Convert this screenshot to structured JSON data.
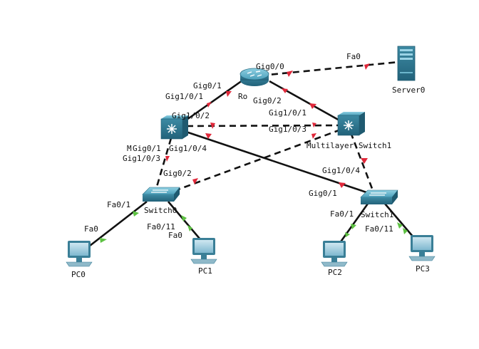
{
  "devices": {
    "router": {
      "label": "Ro"
    },
    "server": {
      "label": "Server0"
    },
    "mls0": {
      "label": "M"
    },
    "mls1": {
      "label": "Multilayer Switch1"
    },
    "switch0": {
      "label": "Switch0"
    },
    "switch1": {
      "label": "Switch1"
    },
    "pc0": {
      "label": "PC0"
    },
    "pc1": {
      "label": "PC1"
    },
    "pc2": {
      "label": "PC2"
    },
    "pc3": {
      "label": "PC3"
    }
  },
  "ports": {
    "router_gig0_0": "Gig0/0",
    "server_fa0": "Fa0",
    "router_gig0_1": "Gig0/1",
    "mls0_gig1_0_1": "Gig1/0/1",
    "router_gig0_2": "Gig0/2",
    "mls1_gig1_0_1": "Gig1/0/1",
    "mls0_gig1_0_2": "Gig1/0/2",
    "mls1_gig1_0_3": "Gig1/0/3",
    "mls0_gig0_1": "Gig0/1",
    "mls0_gig1_0_4": "Gig1/0/4",
    "mls0_gig1_0_3": "Gig1/0/3",
    "switch0_gig0_2": "Gig0/2",
    "mls1_gig1_0_4": "Gig1/0/4",
    "switch1_gig0_1": "Gig0/1",
    "switch0_fa0_1": "Fa0/1",
    "pc0_fa0": "Fa0",
    "switch0_fa0_11": "Fa0/11",
    "pc1_fa0": "Fa0",
    "switch1_fa0_1": "Fa0/1",
    "switch1_fa0_11": "Fa0/11"
  },
  "colors": {
    "link": "#111111",
    "port_down": "#e0283a",
    "port_up": "#5dc142",
    "device_teal": "#3f8ea8"
  }
}
